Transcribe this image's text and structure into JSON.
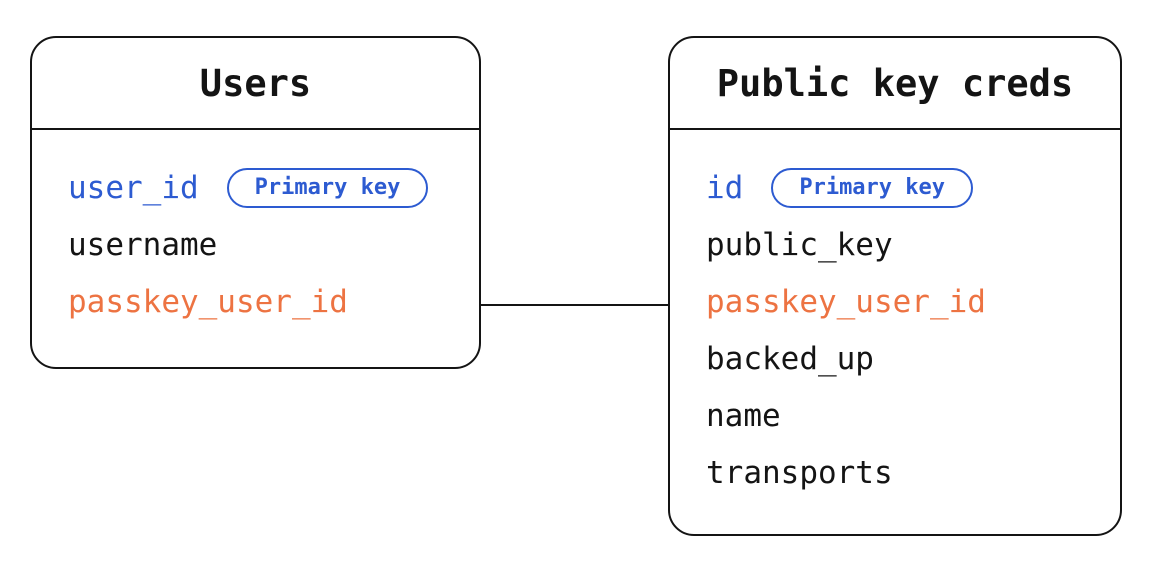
{
  "diagram": {
    "type": "entity-relationship",
    "colors": {
      "background": "#ffffff",
      "stroke": "#141414",
      "primary_key_blue": "#2d5bd1",
      "foreign_key_orange": "#ed7342"
    },
    "tables": [
      {
        "title": "Users",
        "fields": [
          {
            "name": "user_id",
            "emphasis": "blue",
            "badge": "Primary key"
          },
          {
            "name": "username",
            "emphasis": "none"
          },
          {
            "name": "passkey_user_id",
            "emphasis": "orange"
          }
        ]
      },
      {
        "title": "Public key creds",
        "fields": [
          {
            "name": "id",
            "emphasis": "blue",
            "badge": "Primary key"
          },
          {
            "name": "public_key",
            "emphasis": "none"
          },
          {
            "name": "passkey_user_id",
            "emphasis": "orange"
          },
          {
            "name": "backed_up",
            "emphasis": "none"
          },
          {
            "name": "name",
            "emphasis": "none"
          },
          {
            "name": "transports",
            "emphasis": "none"
          }
        ]
      }
    ],
    "relationship": {
      "from_table": "Users",
      "from_field": "passkey_user_id",
      "to_table": "Public key creds",
      "to_field": "passkey_user_id"
    }
  }
}
